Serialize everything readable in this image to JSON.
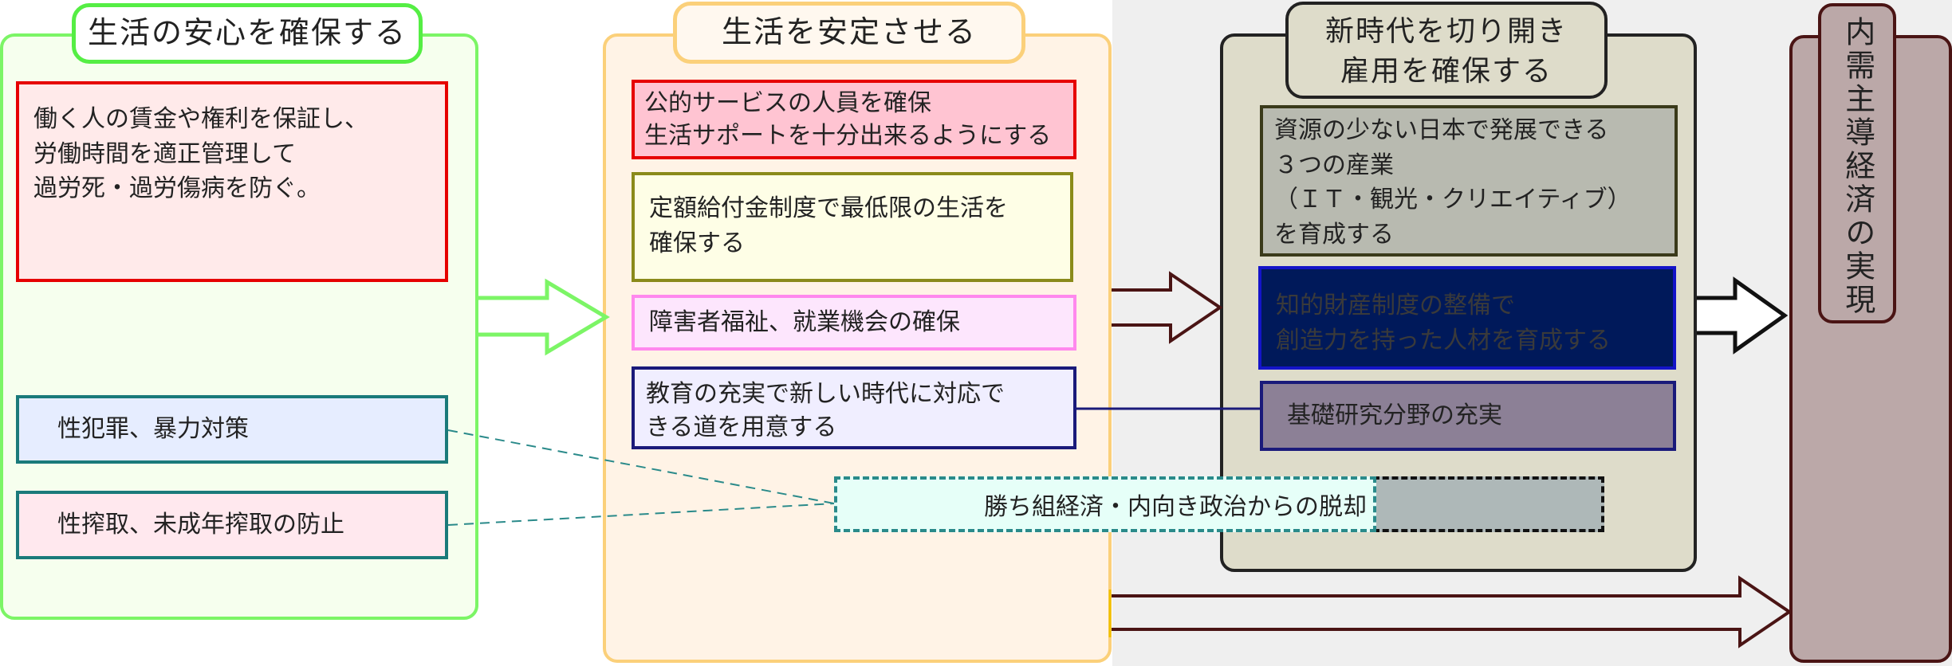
{
  "columns": {
    "col1": {
      "title": "生活の安心を確保する",
      "boxes": [
        "働く人の賃金や権利を保証し、\n労働時間を適正管理して\n過労死・過労傷病を防ぐ。",
        "　性犯罪、暴力対策",
        "　性搾取、未成年搾取の防止"
      ]
    },
    "col2": {
      "title": "生活を安定させる",
      "boxes": [
        "公的サービスの人員を確保\n生活サポートを十分出来るようにする",
        "定額給付金制度で最低限の生活を\n確保する",
        "障害者福祉、就業機会の確保",
        "教育の充実で新しい時代に対応で\nきる道を用意する"
      ]
    },
    "col3": {
      "title": "新時代を切り開き\n雇用を確保する",
      "boxes": [
        "資源の少ない日本で発展できる\n３つの産業\n（ＩＴ・観光・クリエイティブ）\nを育成する",
        "知的財産制度の整備で\n創造力を持った人材を育成する",
        "基礎研究分野の充実"
      ]
    },
    "col4": {
      "title": "内需主導経済の実現"
    }
  },
  "bottom_banner": "勝ち組経済・内向き政治からの脱却",
  "colors": {
    "green": "#7cf566",
    "orange": "#fbd07a",
    "dark": "#222222",
    "maroon": "#4a1414",
    "navy": "#1a1a7a",
    "teal": "#2a8a8a"
  }
}
